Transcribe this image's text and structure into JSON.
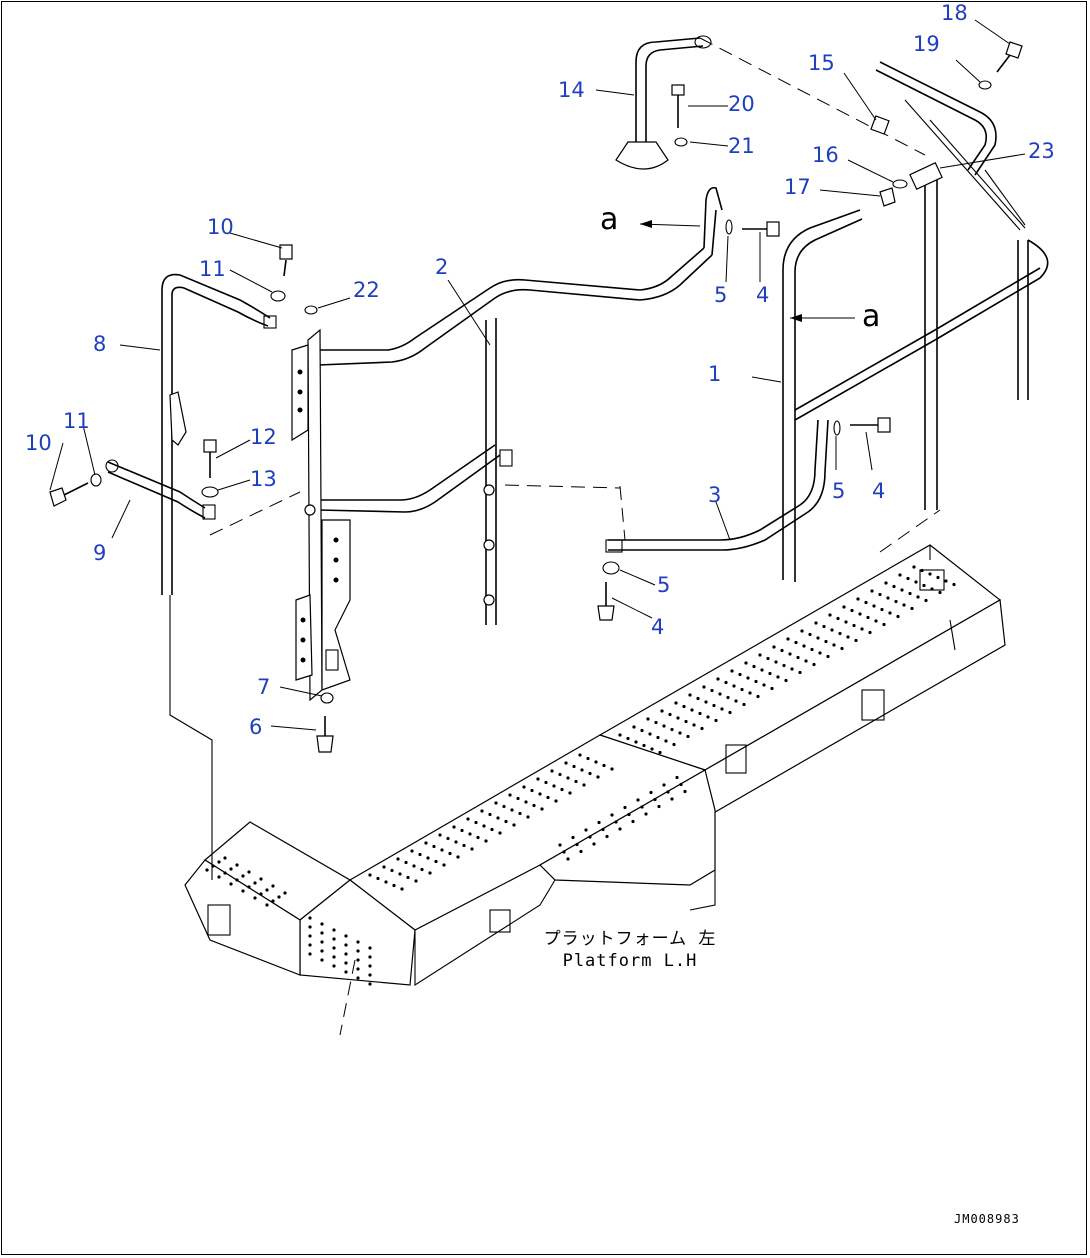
{
  "diagram": {
    "callouts": [
      {
        "id": "c1",
        "text": "1"
      },
      {
        "id": "c2",
        "text": "2"
      },
      {
        "id": "c3",
        "text": "3"
      },
      {
        "id": "c4a",
        "text": "4"
      },
      {
        "id": "c4b",
        "text": "4"
      },
      {
        "id": "c4c",
        "text": "4"
      },
      {
        "id": "c5a",
        "text": "5"
      },
      {
        "id": "c5b",
        "text": "5"
      },
      {
        "id": "c5c",
        "text": "5"
      },
      {
        "id": "c6",
        "text": "6"
      },
      {
        "id": "c7",
        "text": "7"
      },
      {
        "id": "c8",
        "text": "8"
      },
      {
        "id": "c9",
        "text": "9"
      },
      {
        "id": "c10a",
        "text": "10"
      },
      {
        "id": "c10b",
        "text": "10"
      },
      {
        "id": "c11a",
        "text": "11"
      },
      {
        "id": "c11b",
        "text": "11"
      },
      {
        "id": "c12",
        "text": "12"
      },
      {
        "id": "c13",
        "text": "13"
      },
      {
        "id": "c14",
        "text": "14"
      },
      {
        "id": "c15",
        "text": "15"
      },
      {
        "id": "c16",
        "text": "16"
      },
      {
        "id": "c17",
        "text": "17"
      },
      {
        "id": "c18",
        "text": "18"
      },
      {
        "id": "c19",
        "text": "19"
      },
      {
        "id": "c20",
        "text": "20"
      },
      {
        "id": "c21",
        "text": "21"
      },
      {
        "id": "c22",
        "text": "22"
      },
      {
        "id": "c23",
        "text": "23"
      }
    ],
    "reference_marks": {
      "left": "a",
      "right": "a"
    },
    "platform_label": {
      "japanese": "プラットフォーム 左",
      "english": "Platform L.H"
    },
    "drawing_id": "JM008983",
    "callout_color": "#1f3fbf"
  }
}
